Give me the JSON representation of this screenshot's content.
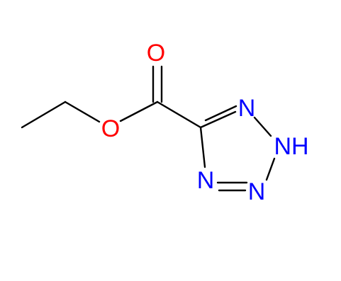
{
  "molecule": {
    "atoms": {
      "carbonyl_oxygen": "O",
      "ester_oxygen": "O",
      "n1": "N",
      "n2h": "NH",
      "n3": "N",
      "n4": "N"
    },
    "colors": {
      "oxygen": "#ff0000",
      "nitrogen": "#0000ff",
      "bond": "#000000",
      "background": "#ffffff"
    }
  }
}
